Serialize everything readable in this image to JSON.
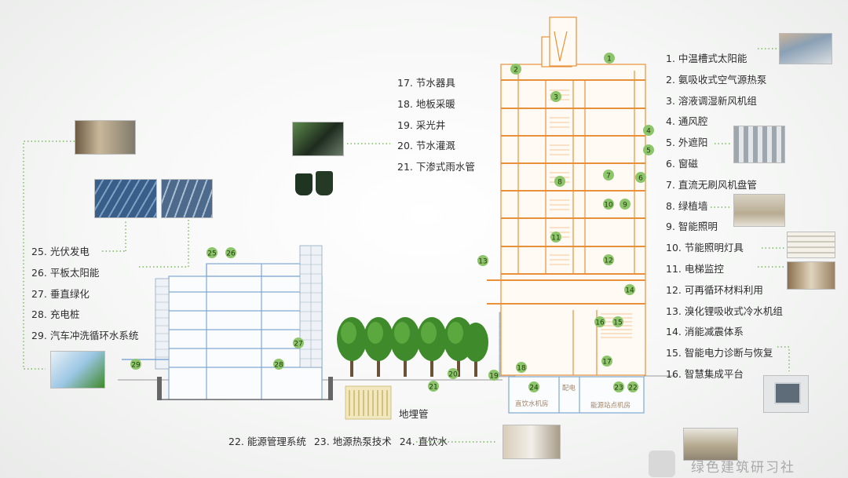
{
  "legend_right": [
    "1. 中温槽式太阳能",
    "2. 氨吸收式空气源热泵",
    "3. 溶液调湿新风机组",
    "4. 通风腔",
    "5. 外遮阳",
    "6. 窗磁",
    "7. 直流无刷风机盘管",
    "8. 绿植墙",
    "9. 智能照明",
    "10. 节能照明灯具",
    "11. 电梯监控",
    "12. 可再循环材料利用",
    "13. 溴化锂吸收式冷水机组",
    "14. 消能减震体系",
    "15. 智能电力诊断与恢复",
    "16. 智慧集成平台"
  ],
  "legend_top": [
    "17. 节水器具",
    "18. 地板采暖",
    "19. 采光井",
    "20. 节水灌溉",
    "21. 下渗式雨水管"
  ],
  "legend_left": [
    "25. 光伏发电",
    "26. 平板太阳能",
    "27. 垂直绿化",
    "28. 充电桩",
    "29. 汽车冲洗循环水系统"
  ],
  "legend_bottom": {
    "item22": "22. 能源管理系统",
    "item23": "23. 地源热泵技术",
    "item24": "24. 直饮水"
  },
  "labels": {
    "ground_pipe": "地埋管",
    "room_water": "直饮水机房",
    "room_energy": "能源站点机房",
    "room_small": "配电"
  },
  "markers": {
    "m1": "1",
    "m2": "2",
    "m3": "3",
    "m4": "4",
    "m5": "5",
    "m6": "6",
    "m7": "7",
    "m8": "8",
    "m9": "9",
    "m10": "10",
    "m11": "11",
    "m12": "12",
    "m13": "13",
    "m14": "14",
    "m15": "15",
    "m16": "16",
    "m17": "17",
    "m18": "18",
    "m19": "19",
    "m20": "20",
    "m21": "21",
    "m22": "22",
    "m23": "23",
    "m24": "24",
    "m25": "25",
    "m26": "26",
    "m27": "27",
    "m28": "28",
    "m29": "29"
  },
  "watermark": "绿色建筑研习社",
  "colors": {
    "orange_structure": "#e8913a",
    "blue_structure": "#7fa8d6",
    "marker_green": "#8cc56a",
    "leader_green": "#5fae3c"
  }
}
